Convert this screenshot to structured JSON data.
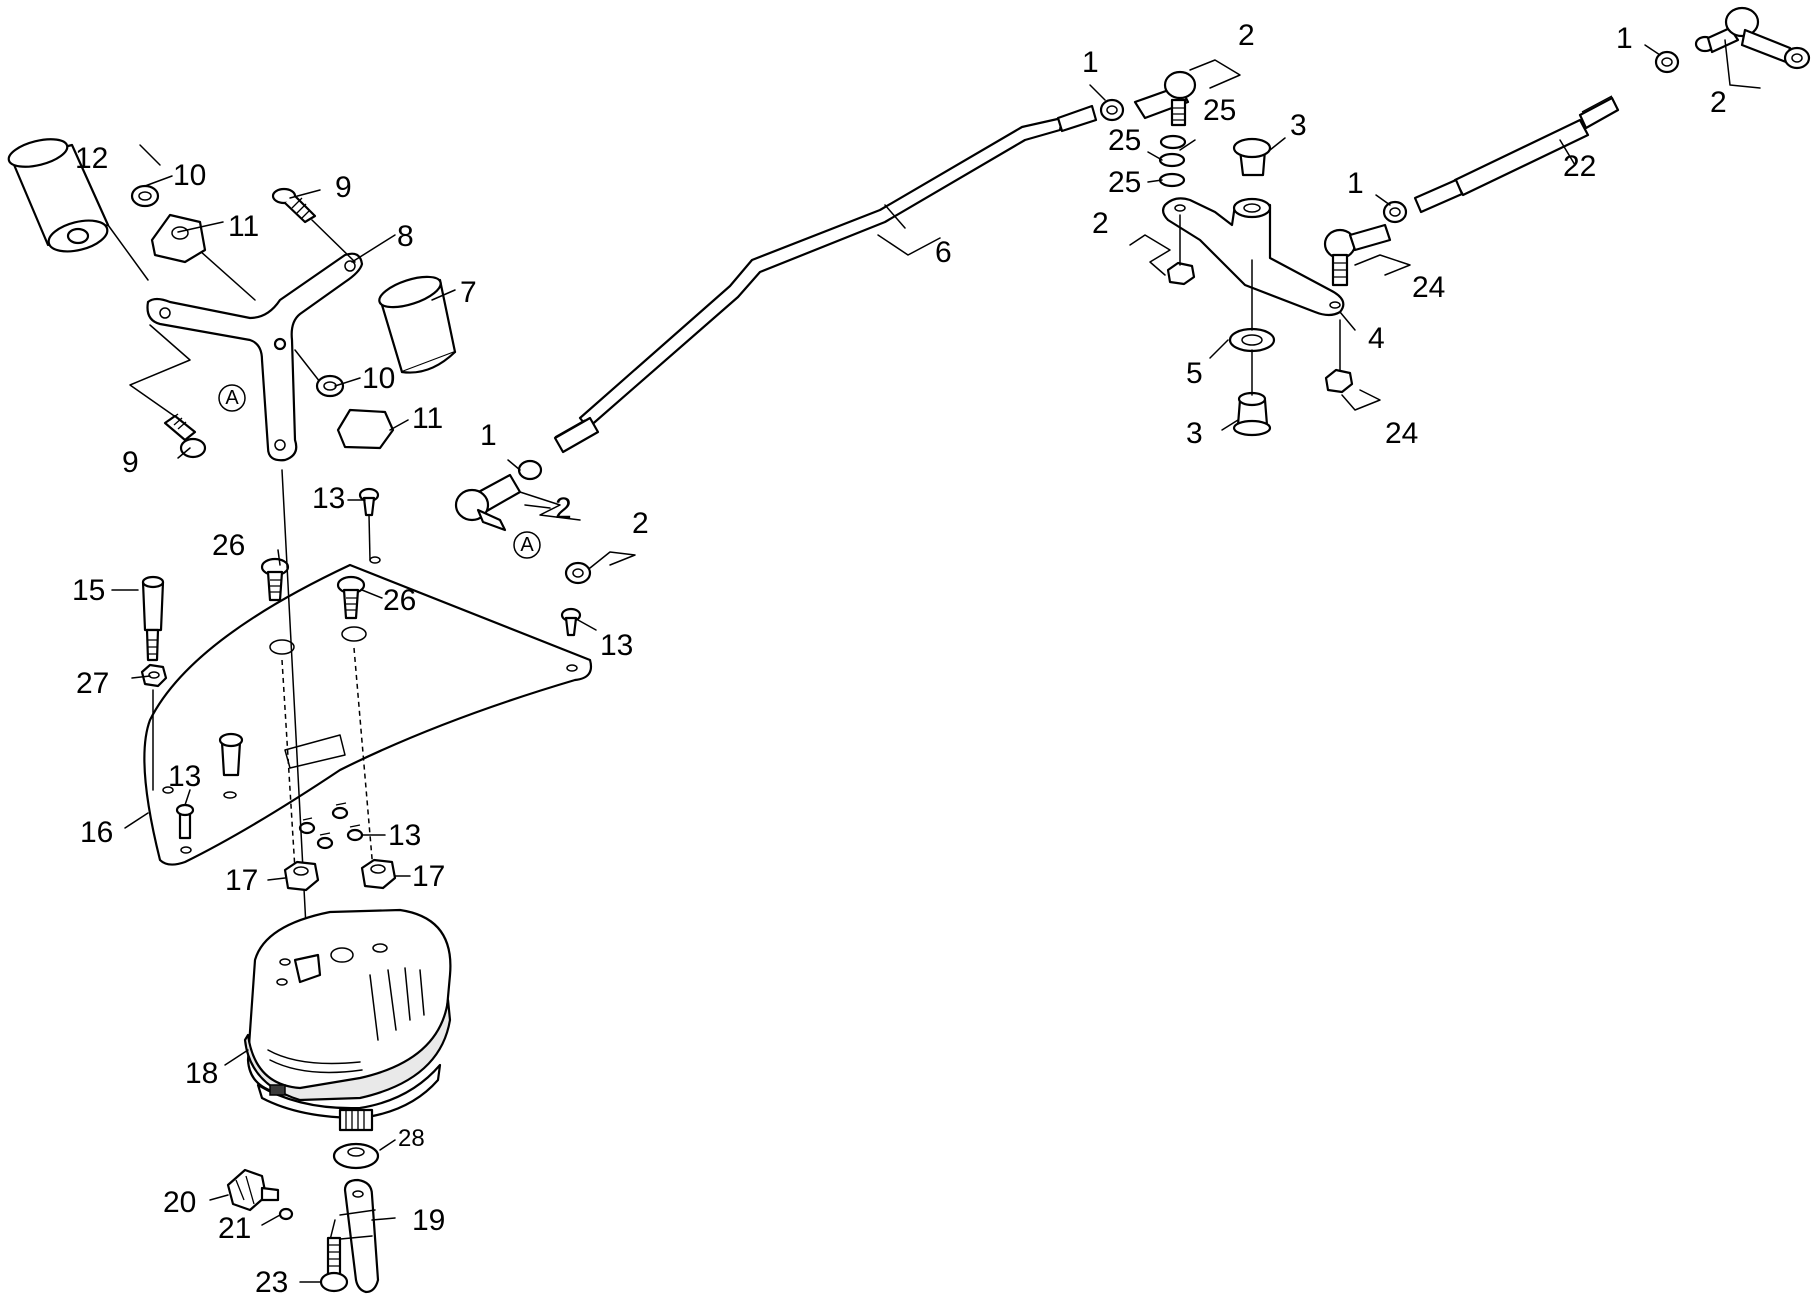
{
  "diagram": {
    "type": "exploded-parts-diagram",
    "reference_letter": "A",
    "callouts": [
      {
        "label": "12"
      },
      {
        "label": "10"
      },
      {
        "label": "9"
      },
      {
        "label": "11"
      },
      {
        "label": "8"
      },
      {
        "label": "7"
      },
      {
        "label": "10"
      },
      {
        "label": "11"
      },
      {
        "label": "9"
      },
      {
        "label": "6"
      },
      {
        "label": "1"
      },
      {
        "label": "2"
      },
      {
        "label": "2"
      },
      {
        "label": "13"
      },
      {
        "label": "26"
      },
      {
        "label": "26"
      },
      {
        "label": "13"
      },
      {
        "label": "15"
      },
      {
        "label": "27"
      },
      {
        "label": "13"
      },
      {
        "label": "16"
      },
      {
        "label": "13"
      },
      {
        "label": "17"
      },
      {
        "label": "17"
      },
      {
        "label": "18"
      },
      {
        "label": "28"
      },
      {
        "label": "20"
      },
      {
        "label": "19"
      },
      {
        "label": "21"
      },
      {
        "label": "23"
      },
      {
        "label": "1"
      },
      {
        "label": "2"
      },
      {
        "label": "25"
      },
      {
        "label": "25"
      },
      {
        "label": "25"
      },
      {
        "label": "3"
      },
      {
        "label": "2"
      },
      {
        "label": "4"
      },
      {
        "label": "5"
      },
      {
        "label": "3"
      },
      {
        "label": "24"
      },
      {
        "label": "24"
      },
      {
        "label": "1"
      },
      {
        "label": "22"
      },
      {
        "label": "1"
      },
      {
        "label": "2"
      }
    ]
  }
}
